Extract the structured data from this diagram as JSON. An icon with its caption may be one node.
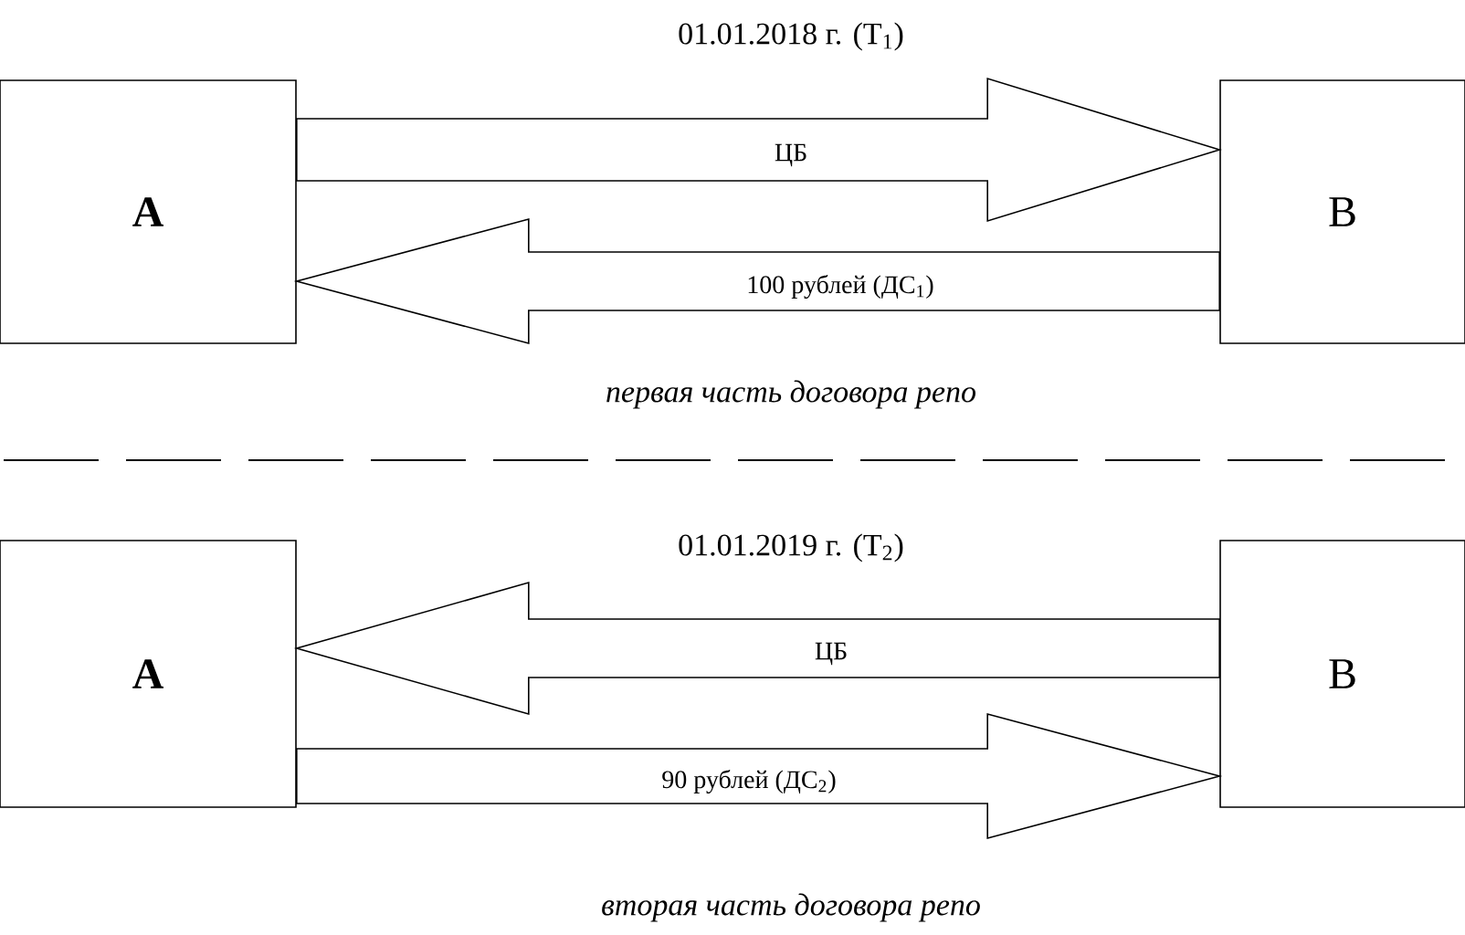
{
  "diagram": {
    "nodes": [
      {
        "text": [
          "A"
        ]
      },
      {
        "text": [
          "B"
        ]
      },
      {
        "text": [
          "A"
        ]
      },
      {
        "text": [
          "B"
        ]
      }
    ],
    "edges": [
      {
        "from": 0,
        "to": 1,
        "arrow": "to",
        "label": "ЦБ"
      },
      {
        "from": 1,
        "to": 0,
        "arrow": "to",
        "label": "100 рублей (ДС$_{1}$)"
      },
      {
        "from": 3,
        "to": 2,
        "arrow": "to",
        "label": "ЦБ"
      },
      {
        "from": 2,
        "to": 3,
        "arrow": "to",
        "label": "90 рублей (ДС$_{2}$)"
      }
    ],
    "labels": [
      "01.01.2018 г. (T$_{1}$)",
      "первая часть договора репо",
      "01.01.2019 г. (T$_{2}$)",
      "вторая часть договора репо"
    ]
  }
}
